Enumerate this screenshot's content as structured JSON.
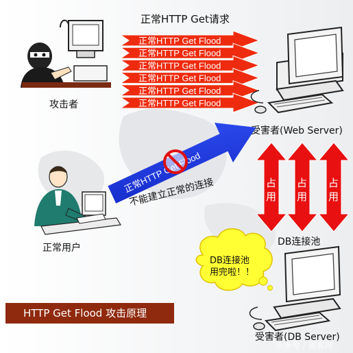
{
  "labels": {
    "top_title": "正常HTTP Get请求",
    "attacker": "攻击者",
    "victim_web": "受害者(Web Server)",
    "normal_user": "正常用户",
    "db_pool": "DB连接池",
    "victim_db": "受害者(DB Server)",
    "blue_arrow_text": "正常HTTP Get Flood",
    "no_connect": "不能建立正常的连接",
    "bubble": "DB连接池用完啦！！",
    "occupied": "占用",
    "watermark": "头条号 / 黑客网",
    "caption": "HTTP Get Flood 攻击原理"
  },
  "flood_arrows": [
    "正常HTTP Get Flood",
    "正常HTTP Get Flood",
    "正常HTTP Get Flood",
    "正常HTTP Get Flood",
    "正常HTTP Get Flood",
    "正常HTTP Get Flood"
  ],
  "occupied_arrows": [
    "占用",
    "占用",
    "占用"
  ],
  "colors": {
    "flood_red": "#ee2b0e",
    "db_arrow_red": "#e81010",
    "blue_arrow": "#1a2fd6",
    "caption_bg": "#8f2a0e",
    "bubble_yellow": "#ffff33"
  }
}
